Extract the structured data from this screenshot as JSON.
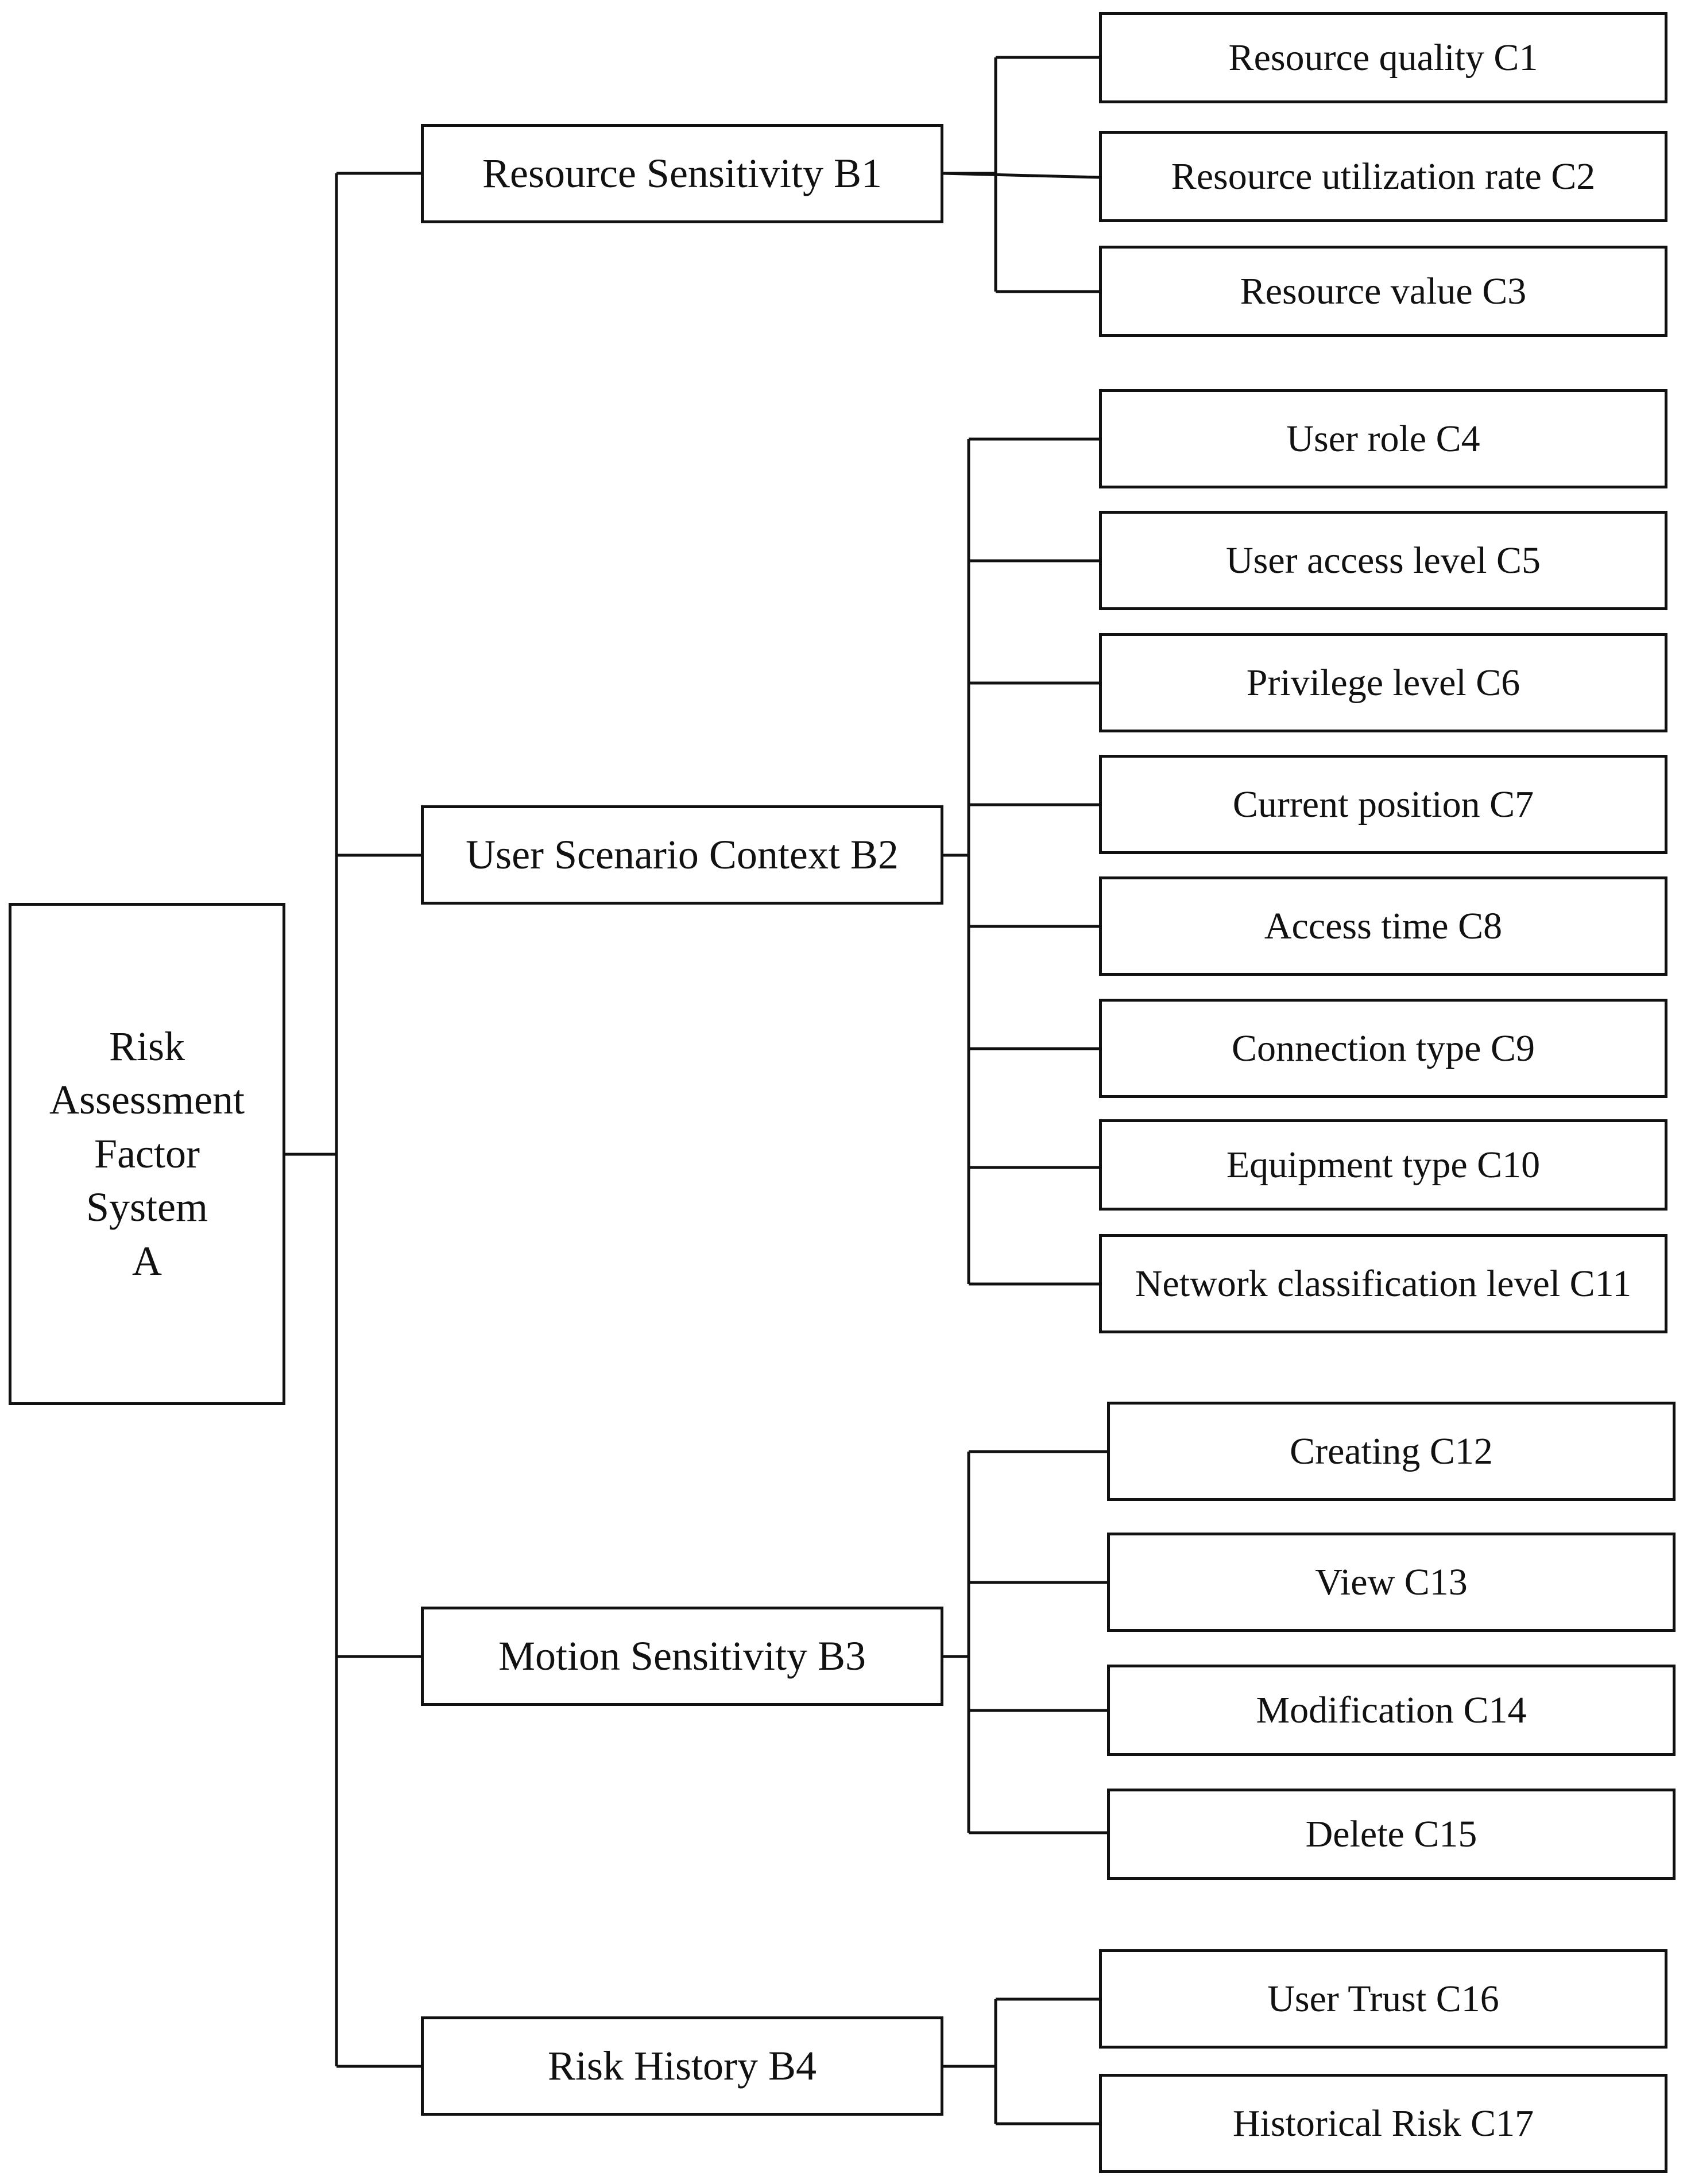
{
  "root": {
    "lines": [
      "Risk",
      "Assessment",
      "Factor",
      "System",
      "A"
    ]
  },
  "groups": [
    {
      "label": "Resource Sensitivity B1",
      "children": [
        "Resource quality C1",
        "Resource utilization rate C2",
        "Resource value C3"
      ]
    },
    {
      "label": "User Scenario Context B2",
      "children": [
        "User role C4",
        "User access level C5",
        "Privilege level C6",
        "Current position C7",
        "Access time C8",
        "Connection type C9",
        "Equipment type C10",
        "Network classification level C11"
      ]
    },
    {
      "label": "Motion Sensitivity B3",
      "children": [
        "Creating C12",
        "View C13",
        "Modification C14",
        "Delete C15"
      ]
    },
    {
      "label": "Risk History B4",
      "children": [
        "User Trust C16",
        "Historical Risk C17"
      ]
    }
  ]
}
